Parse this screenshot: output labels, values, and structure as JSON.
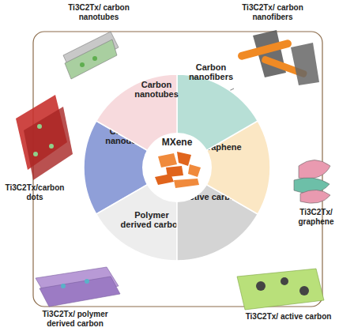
{
  "diagram": {
    "nodes": [
      {
        "text": [
          "MXene"
        ]
      },
      {
        "text": [
          "Carbon nanotubes"
        ]
      },
      {
        "text": [
          "Carbon nanofibers"
        ]
      },
      {
        "text": [
          "Graphene"
        ]
      },
      {
        "text": [
          "Active carbon"
        ]
      },
      {
        "text": [
          "Polymer derived carbon"
        ]
      },
      {
        "text": [
          "Carbon nanodots"
        ]
      }
    ],
    "labels": [
      "Ti3C2Tx/ carbon nanotubes",
      "Ti3C2Tx/ carbon nanofibers",
      "Ti3C2Tx/ graphene",
      "Ti3C2Tx/ active carbon",
      "Ti3C2Tx/ polymer derived carbon",
      "Ti3C2Tx/carbon dots"
    ]
  }
}
